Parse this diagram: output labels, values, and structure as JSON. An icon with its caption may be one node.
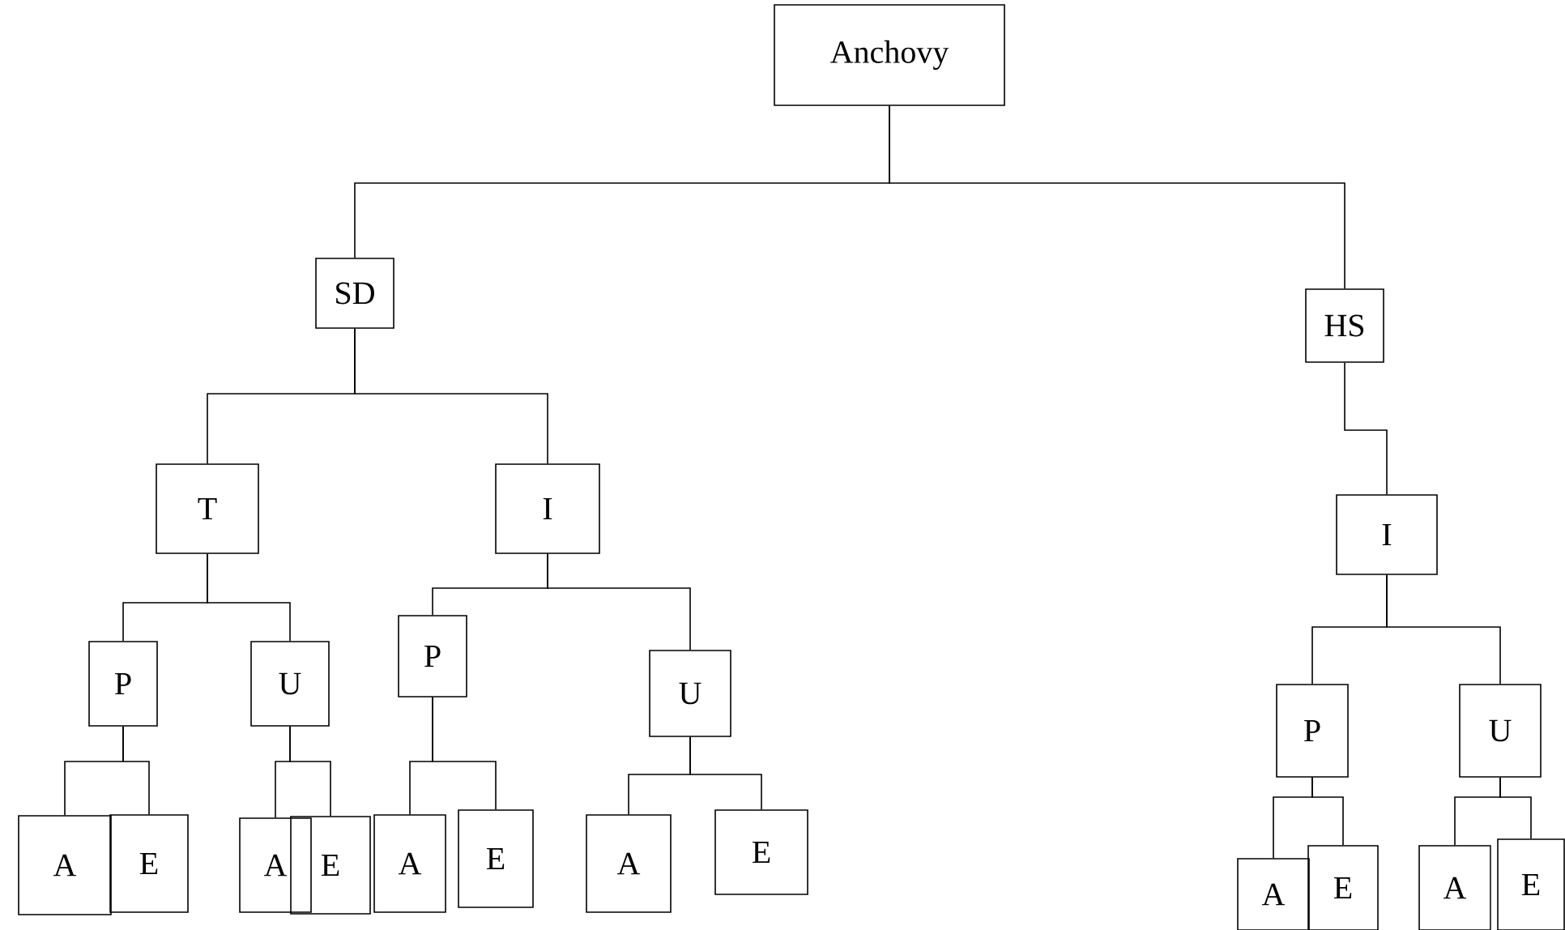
{
  "diagram": {
    "nodes": [
      {
        "text": [
          "Anchovy"
        ]
      },
      {
        "text": [
          "SD"
        ]
      },
      {
        "text": [
          "HS"
        ]
      },
      {
        "text": [
          "T"
        ]
      },
      {
        "text": [
          "I"
        ]
      },
      {
        "text": [
          "I"
        ]
      },
      {
        "text": [
          "P"
        ]
      },
      {
        "text": [
          "U"
        ]
      },
      {
        "text": [
          "P"
        ]
      },
      {
        "text": [
          "U"
        ]
      },
      {
        "text": [
          "P"
        ]
      },
      {
        "text": [
          "U"
        ]
      },
      {
        "text": [
          "A"
        ]
      },
      {
        "text": [
          "E"
        ]
      },
      {
        "text": [
          "A"
        ]
      },
      {
        "text": [
          "E"
        ]
      },
      {
        "text": [
          "A"
        ]
      },
      {
        "text": [
          "E"
        ]
      },
      {
        "text": [
          "A"
        ]
      },
      {
        "text": [
          "E"
        ]
      },
      {
        "text": [
          "A"
        ]
      },
      {
        "text": [
          "E"
        ]
      },
      {
        "text": [
          "A"
        ]
      },
      {
        "text": [
          "E"
        ]
      }
    ],
    "edges": [
      {
        "from": 0,
        "to": 1,
        "arrow": "none"
      },
      {
        "from": 0,
        "to": 2,
        "arrow": "none"
      },
      {
        "from": 1,
        "to": 3,
        "arrow": "none"
      },
      {
        "from": 1,
        "to": 4,
        "arrow": "none"
      },
      {
        "from": 2,
        "to": 5,
        "arrow": "none"
      },
      {
        "from": 3,
        "to": 6,
        "arrow": "none"
      },
      {
        "from": 3,
        "to": 7,
        "arrow": "none"
      },
      {
        "from": 4,
        "to": 8,
        "arrow": "none"
      },
      {
        "from": 4,
        "to": 9,
        "arrow": "none"
      },
      {
        "from": 5,
        "to": 10,
        "arrow": "none"
      },
      {
        "from": 5,
        "to": 11,
        "arrow": "none"
      },
      {
        "from": 6,
        "to": 12,
        "arrow": "none"
      },
      {
        "from": 6,
        "to": 13,
        "arrow": "none"
      },
      {
        "from": 7,
        "to": 14,
        "arrow": "none"
      },
      {
        "from": 7,
        "to": 15,
        "arrow": "none"
      },
      {
        "from": 8,
        "to": 16,
        "arrow": "none"
      },
      {
        "from": 8,
        "to": 17,
        "arrow": "none"
      },
      {
        "from": 9,
        "to": 18,
        "arrow": "none"
      },
      {
        "from": 9,
        "to": 19,
        "arrow": "none"
      },
      {
        "from": 10,
        "to": 20,
        "arrow": "none"
      },
      {
        "from": 10,
        "to": 21,
        "arrow": "none"
      },
      {
        "from": 11,
        "to": 22,
        "arrow": "none"
      },
      {
        "from": 11,
        "to": 23,
        "arrow": "none"
      }
    ]
  }
}
